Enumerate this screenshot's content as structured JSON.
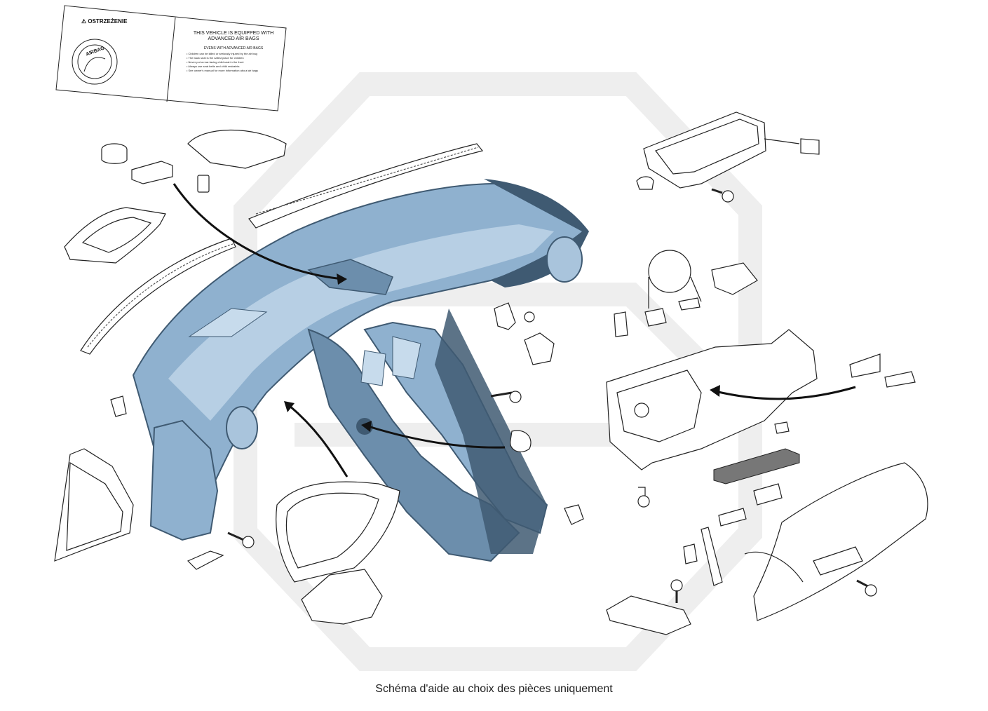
{
  "label": {
    "warning_title": "⚠ OSTRZEŻENIE",
    "airbag_word": "AIRBAG",
    "equipped_title": "THIS VEHICLE IS EQUIPPED WITH ADVANCED AIR BAGS",
    "equipped_subtitle": "EVENS WITH ADVANCED AIR BAGS",
    "equipped_lines": [
      "• Children can be killed or seriously injured by the air bag",
      "• The back seat is the safest place for children",
      "• Never put a rear-facing child seat in the front",
      "• Always use seat belts and child restraints",
      "• See owner's manual for more information about air bags"
    ]
  },
  "caption": "Schéma d'aide au choix des pièces uniquement",
  "colors": {
    "dash_fill": "#8fb1cf",
    "dash_dark": "#3f5a72",
    "dash_light": "#c7dbec",
    "line": "#222222",
    "watermark": "#ececec"
  }
}
